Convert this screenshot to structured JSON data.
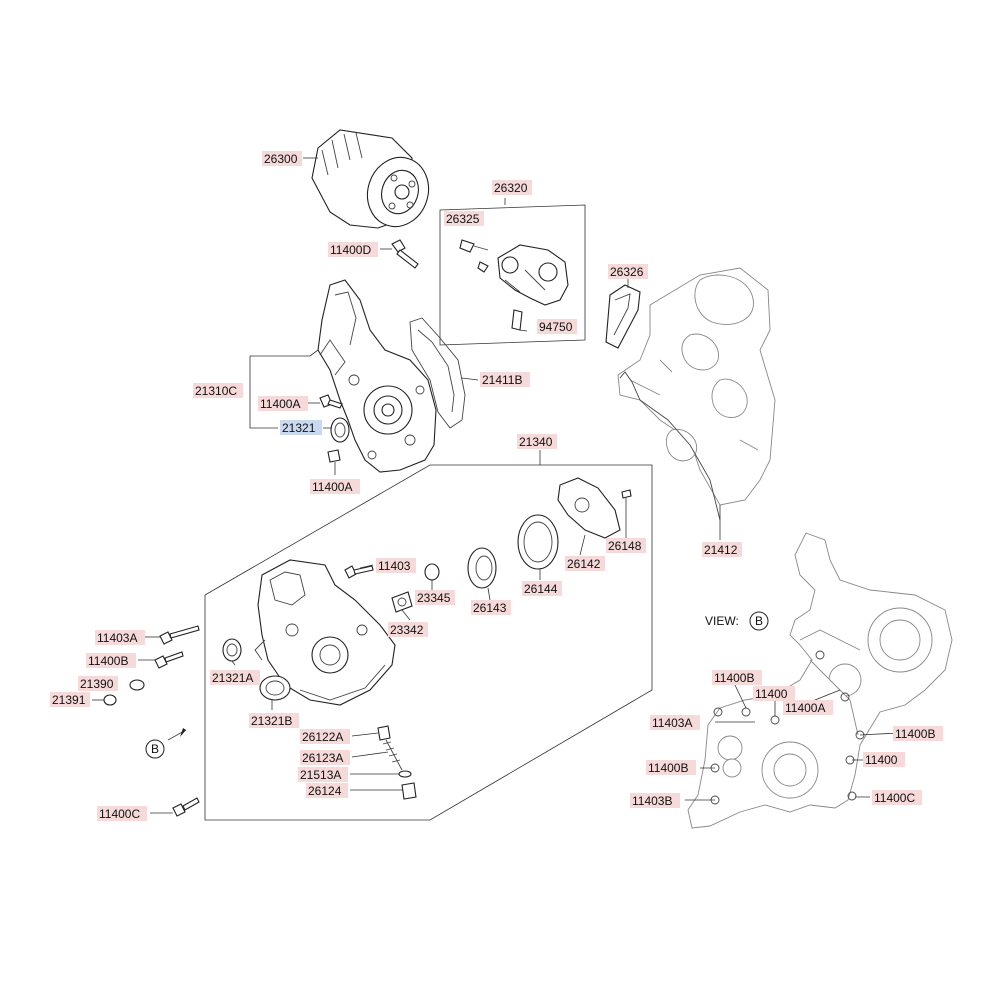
{
  "diagram": {
    "labels": {
      "l26300": "26300",
      "l26320": "26320",
      "l26325": "26325",
      "l11400D": "11400D",
      "l26326": "26326",
      "l94750": "94750",
      "l21411B": "21411B",
      "l21310C": "21310C",
      "l11400A_top": "11400A",
      "l21321": "21321",
      "l11400A_bot": "11400A",
      "l21340": "21340",
      "l26148": "26148",
      "l21412": "21412",
      "l11403": "11403",
      "l26142": "26142",
      "l23345": "23345",
      "l26143": "26143",
      "l26144": "26144",
      "l23342": "23342",
      "l11403A_left": "11403A",
      "l11400B_left": "11400B",
      "l21390": "21390",
      "l21391": "21391",
      "l21321A": "21321A",
      "l21321B": "21321B",
      "l26122A": "26122A",
      "l26123A": "26123A",
      "l21513A": "21513A",
      "l26124": "26124",
      "l11400C_left": "11400C",
      "l11400B_view": "11400B",
      "l11400_view_top": "11400",
      "l11403A_view": "11403A",
      "l11400A_view": "11400A",
      "l11400B_view_right": "11400B",
      "l11400B_view_left": "11400B",
      "l11400_view_right": "11400",
      "l11403B_view": "11403B",
      "l11400C_view": "11400C"
    },
    "view_text": "VIEW:",
    "view_marker": "B",
    "arrow_marker": "B",
    "selected_label_color": "#c9d9ef",
    "label_color": "#f6d9d9"
  }
}
